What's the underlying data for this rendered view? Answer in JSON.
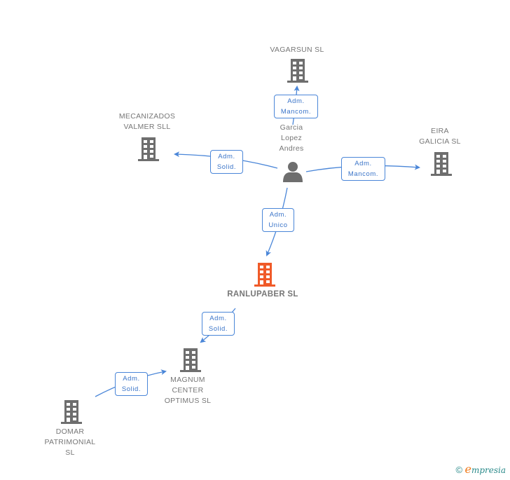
{
  "colors": {
    "edge": "#4a86d8",
    "building": "#6e6e6e",
    "building_main": "#f05a28",
    "person": "#6e6e6e",
    "label": "#777777"
  },
  "person": {
    "name": "Garcia\nLopez\nAndres",
    "icon": "person-icon"
  },
  "companies": {
    "vagarsun": {
      "name": "VAGARSUN SL",
      "icon": "building-icon"
    },
    "mecanizados": {
      "name": "MECANIZADOS\nVALMER SLL",
      "icon": "building-icon"
    },
    "eira": {
      "name": "EIRA\nGALICIA SL",
      "icon": "building-icon"
    },
    "ranlupaber": {
      "name": "RANLUPABER SL",
      "icon": "building-icon",
      "highlighted": true
    },
    "magnum": {
      "name": "MAGNUM\nCENTER\nOPTIMUS  SL",
      "icon": "building-icon"
    },
    "domar": {
      "name": "DOMAR\nPATRIMONIAL\nSL",
      "icon": "building-icon"
    }
  },
  "relations": [
    {
      "from": "person",
      "to": "vagarsun",
      "role": "Adm.\nMancom."
    },
    {
      "from": "person",
      "to": "mecanizados",
      "role": "Adm.\nSolid."
    },
    {
      "from": "person",
      "to": "eira",
      "role": "Adm.\nMancom."
    },
    {
      "from": "person",
      "to": "ranlupaber",
      "role": "Adm.\nUnico"
    },
    {
      "from": "ranlupaber",
      "to": "magnum",
      "role": "Adm.\nSolid."
    },
    {
      "from": "domar",
      "to": "magnum",
      "role": "Adm.\nSolid."
    }
  ],
  "footer": {
    "copyright": "©",
    "brand_initial": "e",
    "brand_rest": "mpresia"
  }
}
